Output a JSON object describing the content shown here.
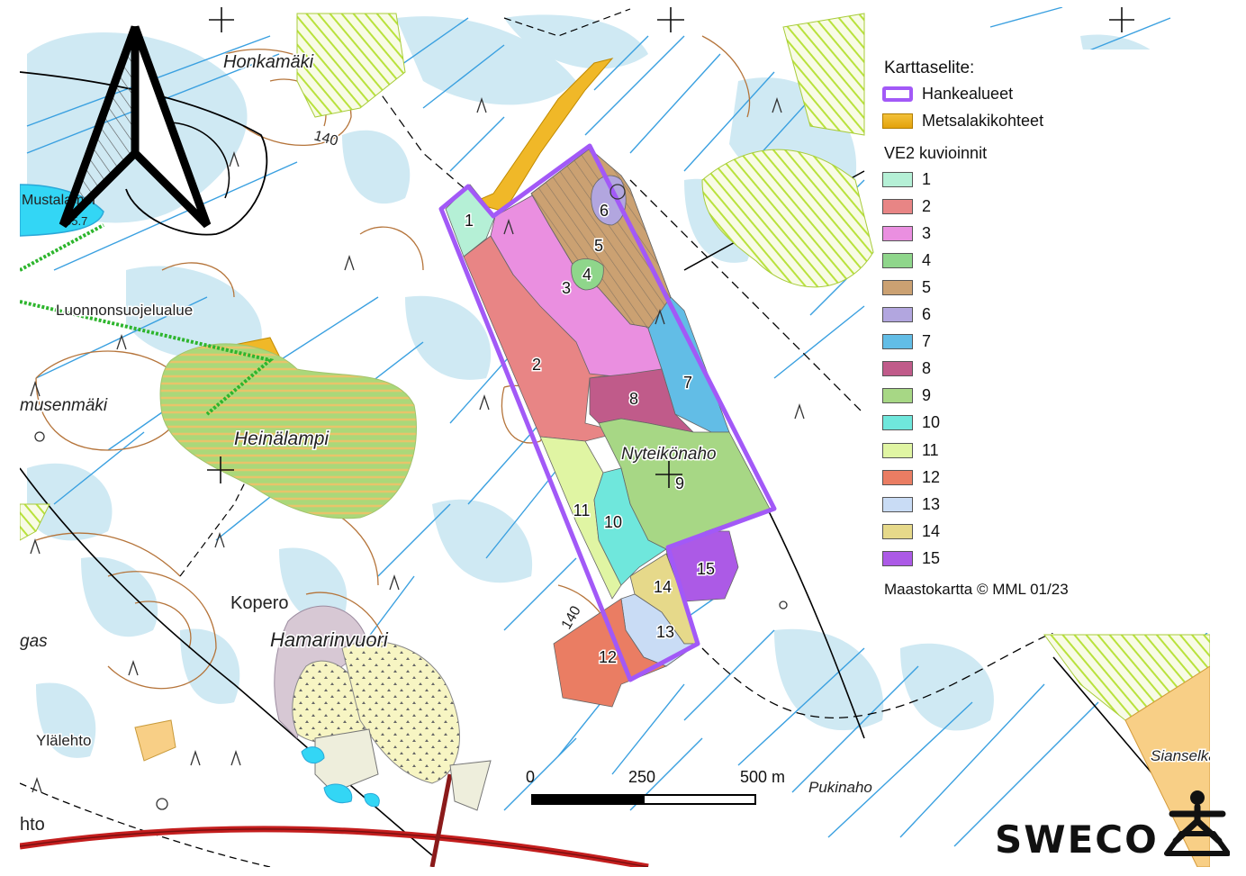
{
  "legend": {
    "title": "Karttaselite:",
    "project_area": "Hankealueet",
    "forest_law": "Metsalakikohteet",
    "subtitle": "VE2 kuvioinnit",
    "items": [
      {
        "label": "1",
        "color": "#b5f0d6"
      },
      {
        "label": "2",
        "color": "#e88585"
      },
      {
        "label": "3",
        "color": "#ea8fe0"
      },
      {
        "label": "4",
        "color": "#8fd68b"
      },
      {
        "label": "5",
        "color": "#cba172"
      },
      {
        "label": "6",
        "color": "#b2a6df"
      },
      {
        "label": "7",
        "color": "#62bde6"
      },
      {
        "label": "8",
        "color": "#c05b8a"
      },
      {
        "label": "9",
        "color": "#a7d785"
      },
      {
        "label": "10",
        "color": "#6fe7dc"
      },
      {
        "label": "11",
        "color": "#e0f5a3"
      },
      {
        "label": "12",
        "color": "#ea7d63"
      },
      {
        "label": "13",
        "color": "#c9dcf5"
      },
      {
        "label": "14",
        "color": "#e6d98a"
      },
      {
        "label": "15",
        "color": "#ac5ae6"
      }
    ],
    "credit": "Maastokartta © MML 01/23"
  },
  "places": {
    "honkamaki": "Honkamäki",
    "mustalampi": "Mustalampi",
    "mustalampi_elev": "85.7",
    "luonnonsuojelualue": "Luonnonsuojelualue",
    "musenmaki": "musenmäki",
    "heinalampi": "Heinälampi",
    "nyteikonaho": "Nyteikönaho",
    "kopero": "Kopero",
    "hamarinvuori": "Hamarinvuori",
    "gas": "gas",
    "ylalehto": "Ylälehto",
    "hto": "hto",
    "pukinaho": "Pukinaho",
    "sianselka": "Sianselkä",
    "contour_140_a": "140",
    "contour_140_b": "140"
  },
  "zones": [
    "1",
    "2",
    "3",
    "4",
    "5",
    "6",
    "7",
    "8",
    "9",
    "10",
    "11",
    "12",
    "13",
    "14",
    "15"
  ],
  "scalebar": {
    "zero": "0",
    "mid": "250",
    "end": "500 m"
  },
  "logo": {
    "text": "SWECO"
  },
  "colors": {
    "boundary": "#a259f7",
    "water": "#3aa0e0",
    "contour": "#b5743a",
    "wetland": "#cfe9f3",
    "protected": "#2db52d",
    "hatch": "#b9e23c"
  }
}
